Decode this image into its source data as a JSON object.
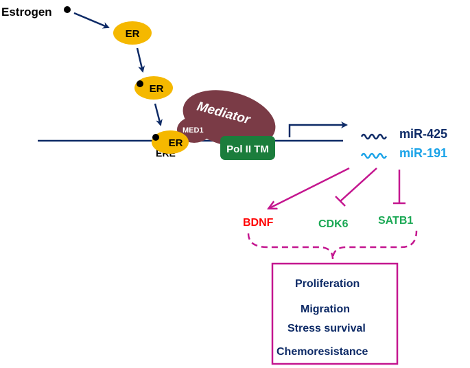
{
  "labels": {
    "estrogen": "Estrogen",
    "er": "ER",
    "med1": "MED1",
    "mediator": "Mediator",
    "pol2": "Pol II TM",
    "ere": "ERE",
    "mir425": "miR-425",
    "mir191": "miR-191",
    "bdnf": "BDNF",
    "cdk6": "CDK6",
    "satb1": "SATB1"
  },
  "outcomes": [
    "Proliferation",
    "Migration",
    "Stress survival",
    "Chemoresistance"
  ],
  "colors": {
    "navy": "#0d2a66",
    "er_yellow": "#f5b800",
    "mediator": "#7a3b46",
    "pol2": "#1b7d3c",
    "ere_box": "#29a3e0",
    "mir191": "#1aa3e8",
    "magenta": "#c4168f",
    "bdnf": "#ff0000",
    "green_target": "#1aa854"
  }
}
